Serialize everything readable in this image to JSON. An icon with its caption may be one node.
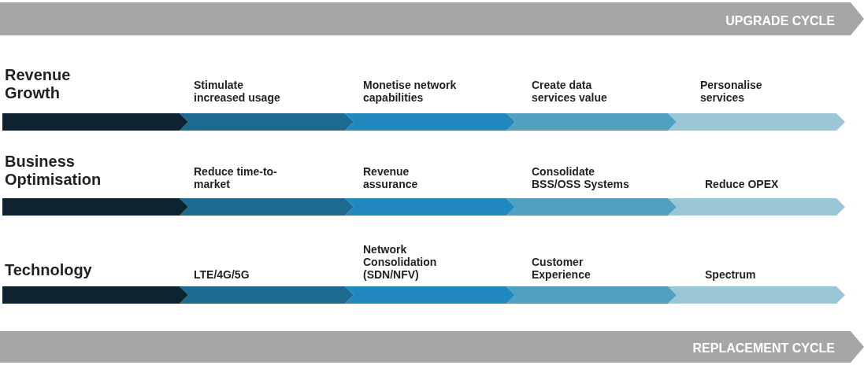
{
  "diagram": {
    "labels": [
      "UPGRADE CYCLE",
      "Revenue Growth",
      "Stimulate increased usage",
      "Monetise network capabilities",
      "Create data services value",
      "Personalise services",
      "Business Optimisation",
      "Reduce time-to-market",
      "Revenue assurance",
      "Consolidate BSS/OSS Systems",
      "Reduce OPEX",
      "Technology",
      "LTE/4G/5G",
      "Network Consolidation (SDN/NFV)",
      "Customer Experience",
      "Spectrum",
      "REPLACEMENT CYCLE"
    ]
  }
}
